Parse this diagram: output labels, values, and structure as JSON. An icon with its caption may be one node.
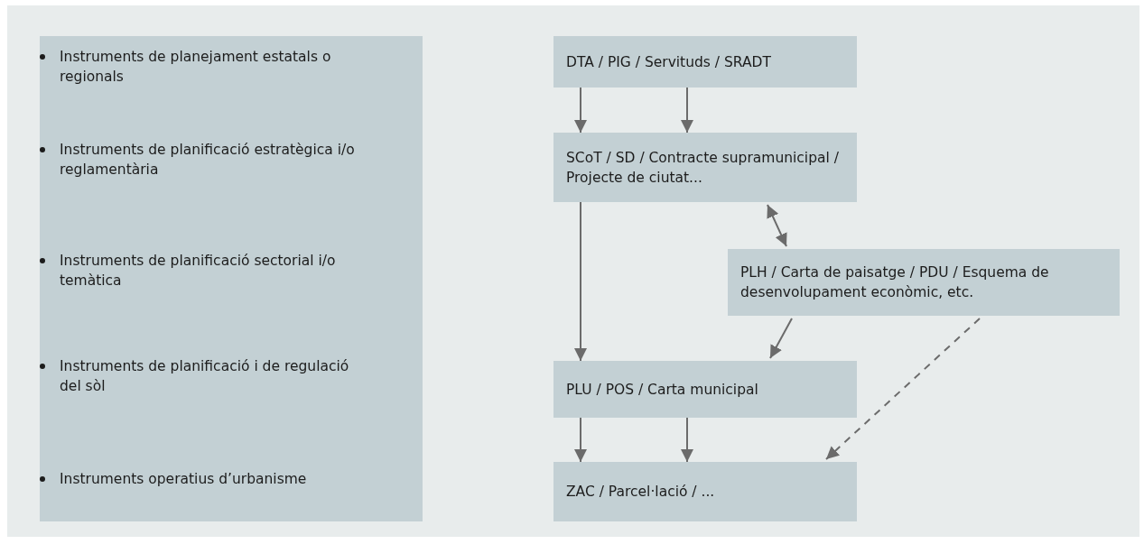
{
  "diagram": {
    "nodes": [
      {
        "text": [
          "Instruments de planejament estatals o regionals",
          "Instruments de planificació estratègica i/o reglamentària",
          "Instruments de planificació sectorial i/o temàtica",
          "Instruments de planificació i de regulació del sòl",
          "Instruments operatius d’urbanisme"
        ]
      },
      {
        "text": [
          "DTA / PIG / Servituds / SRADT"
        ]
      },
      {
        "text": [
          "SCoT / SD / Contracte supramunicipal / Projecte de ciutat..."
        ]
      },
      {
        "text": [
          "PLH / Carta de paisatge / PDU / Esquema de desenvolupament econòmic, etc."
        ]
      },
      {
        "text": [
          "PLU / POS / Carta municipal"
        ]
      },
      {
        "text": [
          "ZAC / Parcel·lació / ..."
        ]
      }
    ],
    "edges": [
      {
        "from": 1,
        "to": 2,
        "arrow": "to"
      },
      {
        "from": 1,
        "to": 2,
        "arrow": "to"
      },
      {
        "from": 2,
        "to": 4,
        "arrow": "to"
      },
      {
        "from": 2,
        "to": 3,
        "arrow": "both"
      },
      {
        "from": 3,
        "to": 4,
        "arrow": "to"
      },
      {
        "from": 3,
        "to": 5,
        "arrow": "to",
        "style": "dashed"
      },
      {
        "from": 4,
        "to": 5,
        "arrow": "to"
      },
      {
        "from": 4,
        "to": 5,
        "arrow": "to"
      }
    ]
  }
}
